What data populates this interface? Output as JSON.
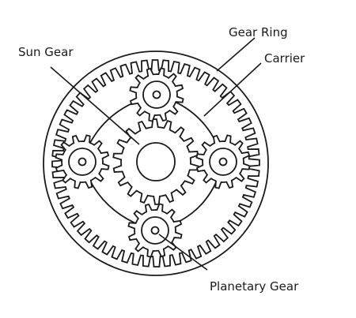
{
  "diagram": {
    "labels": {
      "gear_ring": "Gear Ring",
      "carrier": "Carrier",
      "sun_gear": "Sun Gear",
      "planetary_gear": "Planetary Gear"
    },
    "colors": {
      "line": "#1a1a1a",
      "background": "#ffffff"
    }
  }
}
